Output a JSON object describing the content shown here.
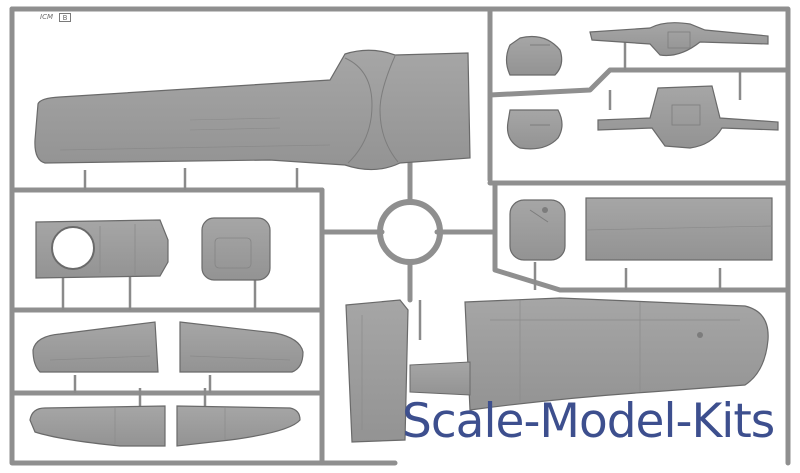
{
  "photo": {
    "watermark": "Scale-Model-Kits",
    "maker_mark": "ICM",
    "part_code": "B",
    "colors": {
      "background": "#ffffff",
      "plastic": "#9d9d9d",
      "plastic_shadow": "#7c7c7c",
      "plastic_edge": "#6a6a6a",
      "panel_line": "#8a8a8a",
      "watermark": "#3d4f8e"
    }
  }
}
